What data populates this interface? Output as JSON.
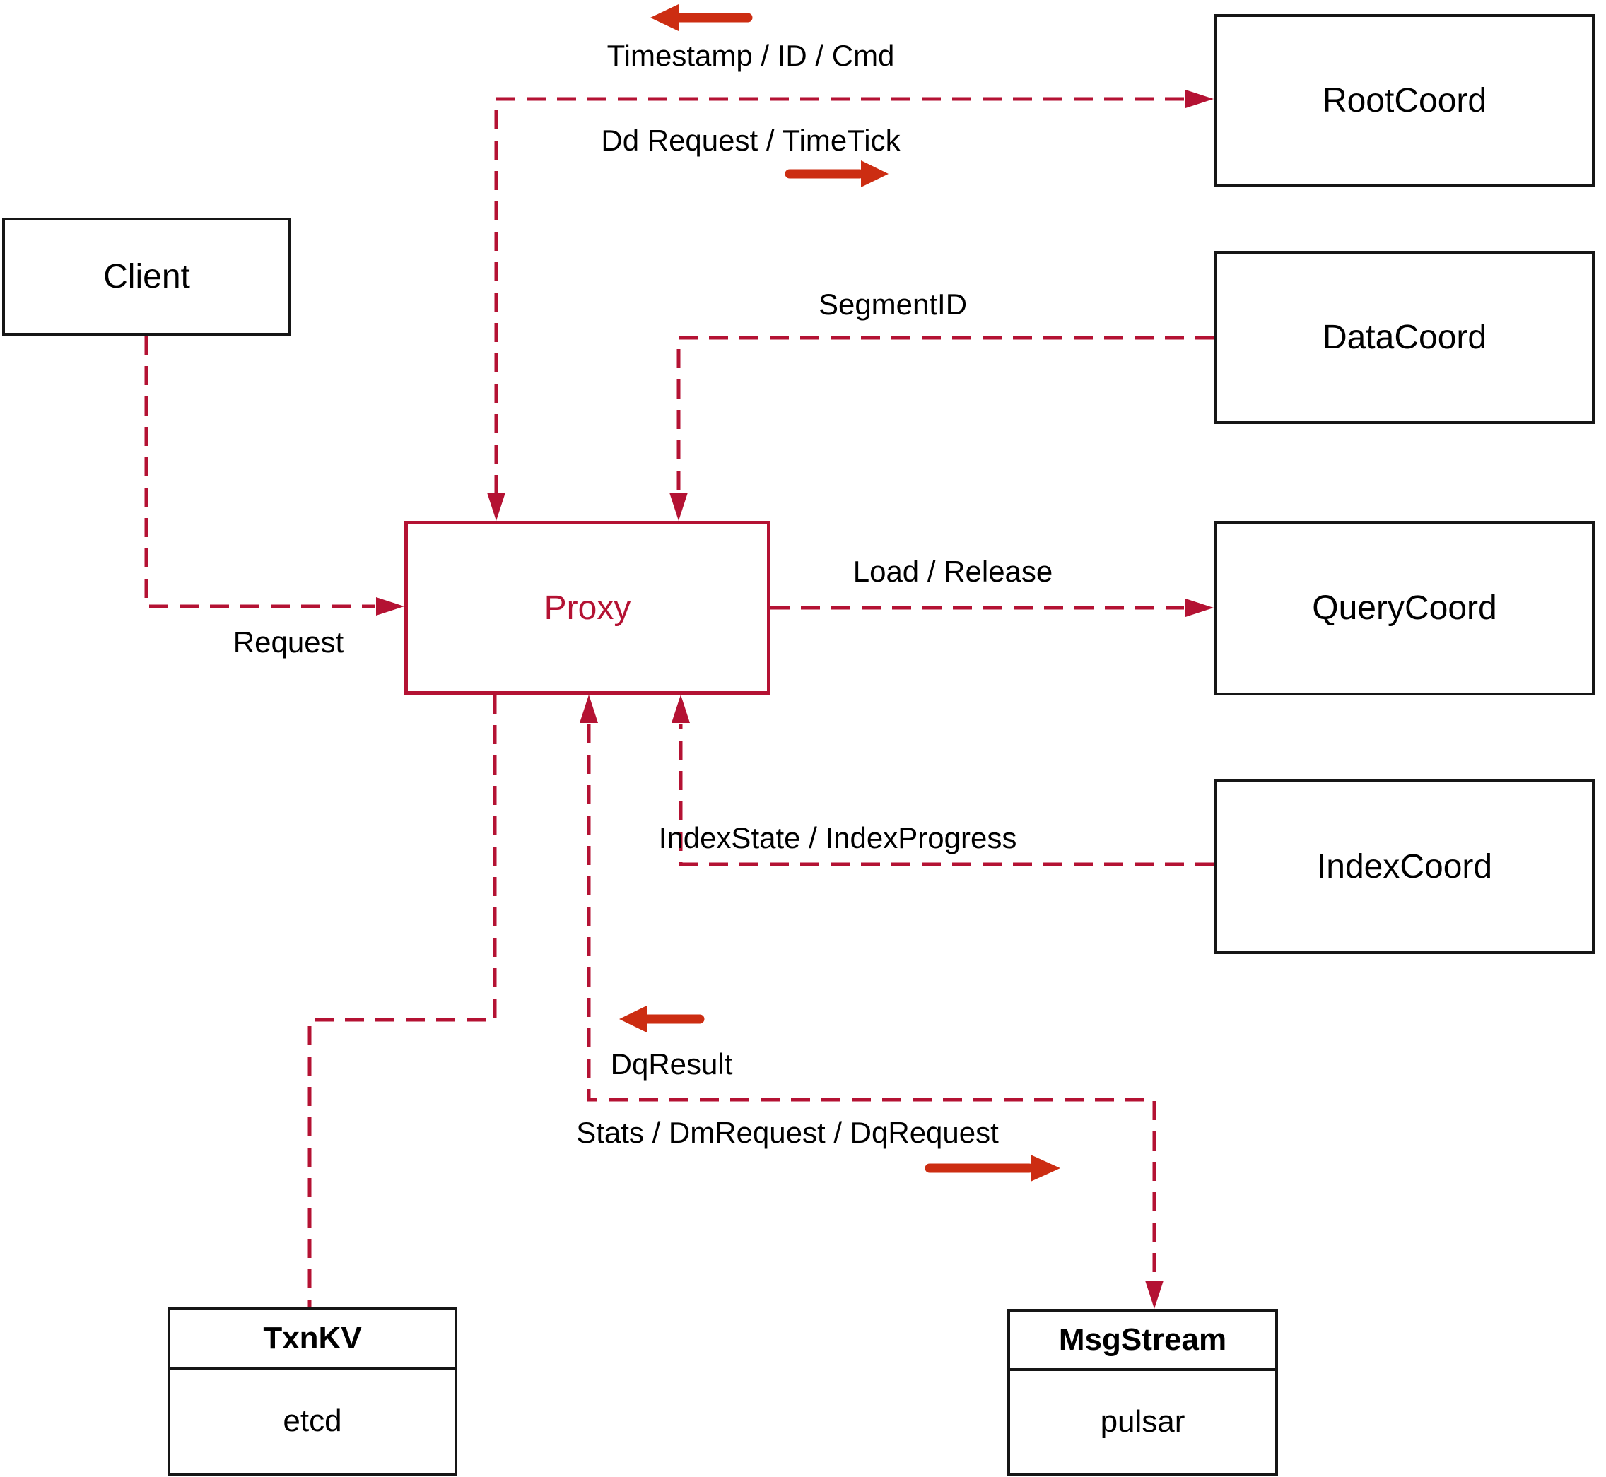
{
  "diagram": {
    "nodes": {
      "client": {
        "label": "Client"
      },
      "rootcoord": {
        "label": "RootCoord"
      },
      "datacoord": {
        "label": "DataCoord"
      },
      "querycoord": {
        "label": "QueryCoord"
      },
      "indexcoord": {
        "label": "IndexCoord"
      },
      "proxy": {
        "label": "Proxy"
      },
      "txnkv": {
        "title": "TxnKV",
        "subtitle": "etcd"
      },
      "msgstream": {
        "title": "MsgStream",
        "subtitle": "pulsar"
      }
    },
    "edge_labels": {
      "timestamp_id_cmd": "Timestamp / ID / Cmd",
      "dd_request_timetick": "Dd Request / TimeTick",
      "segment_id": "SegmentID",
      "request": "Request",
      "load_release": "Load / Release",
      "index_state_progress": "IndexState / IndexProgress",
      "dq_result": "DqResult",
      "stats_dm_dq": "Stats / DmRequest / DqRequest"
    },
    "colors": {
      "dashed_line": "#b41233",
      "solid_arrow": "#cc2d12",
      "node_border": "#161616",
      "proxy_accent": "#b41233"
    }
  }
}
